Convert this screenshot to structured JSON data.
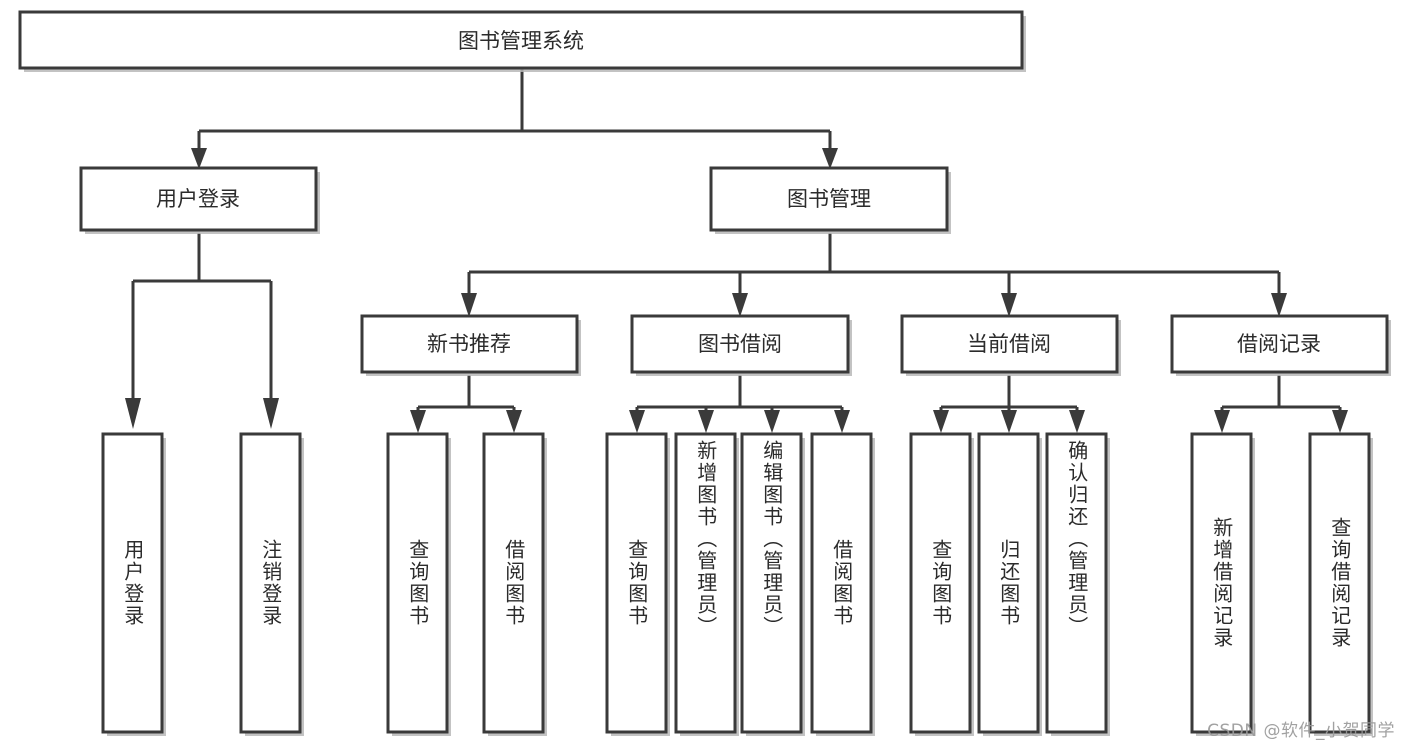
{
  "diagram": {
    "title": "图书管理系统",
    "type": "hierarchy-tree",
    "colors": {
      "background": "#ffffff",
      "box_stroke": "#3a3a3a",
      "box_fill": "#ffffff",
      "connector": "#3a3a3a",
      "text": "#2b2b2b",
      "watermark": "#9a9a9a"
    },
    "root": {
      "label": "图书管理系统"
    },
    "level2": [
      {
        "label": "用户登录"
      },
      {
        "label": "图书管理"
      }
    ],
    "level3": [
      {
        "label": "新书推荐"
      },
      {
        "label": "图书借阅"
      },
      {
        "label": "当前借阅"
      },
      {
        "label": "借阅记录"
      }
    ],
    "leaves": {
      "user_login": [
        {
          "label": "用户登录"
        },
        {
          "label": "注销登录"
        }
      ],
      "new_book_recommend": [
        {
          "label": "查询图书"
        },
        {
          "label": "借阅图书"
        }
      ],
      "book_borrow": [
        {
          "label": "查询图书"
        },
        {
          "label": "新增图书（管理员）"
        },
        {
          "label": "编辑图书（管理员）"
        },
        {
          "label": "借阅图书"
        }
      ],
      "current_borrow": [
        {
          "label": "查询图书"
        },
        {
          "label": "归还图书"
        },
        {
          "label": "确认归还（管理员）"
        }
      ],
      "borrow_record": [
        {
          "label": "新增借阅记录"
        },
        {
          "label": "查询借阅记录"
        }
      ]
    }
  },
  "watermark": {
    "text": "CSDN @软件_小贺同学"
  }
}
